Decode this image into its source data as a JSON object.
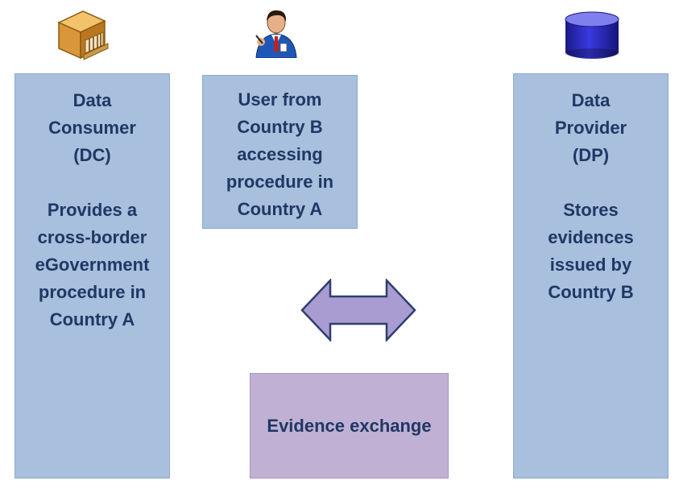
{
  "consumer": {
    "title_lines": [
      "Data",
      "Consumer",
      "(DC)"
    ],
    "desc_lines": [
      "Provides a",
      "cross-border",
      "eGovernment",
      "procedure in",
      "Country A"
    ]
  },
  "user": {
    "lines": [
      "User from",
      "Country B",
      "accessing",
      "procedure in",
      "Country A"
    ]
  },
  "provider": {
    "title_lines": [
      "Data",
      "Provider",
      "(DP)"
    ],
    "desc_lines": [
      "Stores",
      "evidences",
      "issued by",
      "Country B"
    ]
  },
  "exchange": {
    "label": "Evidence exchange"
  },
  "icons": {
    "consumer": "building-box-icon",
    "user": "businessman-icon",
    "provider": "database-icon",
    "exchange": "double-arrow-icon"
  },
  "colors": {
    "box_blue": "#a8bfdd",
    "box_purple": "#c0b0d3",
    "text_navy": "#1f3864",
    "arrow_fill": "#a99cd0",
    "arrow_stroke": "#2f3e72"
  }
}
